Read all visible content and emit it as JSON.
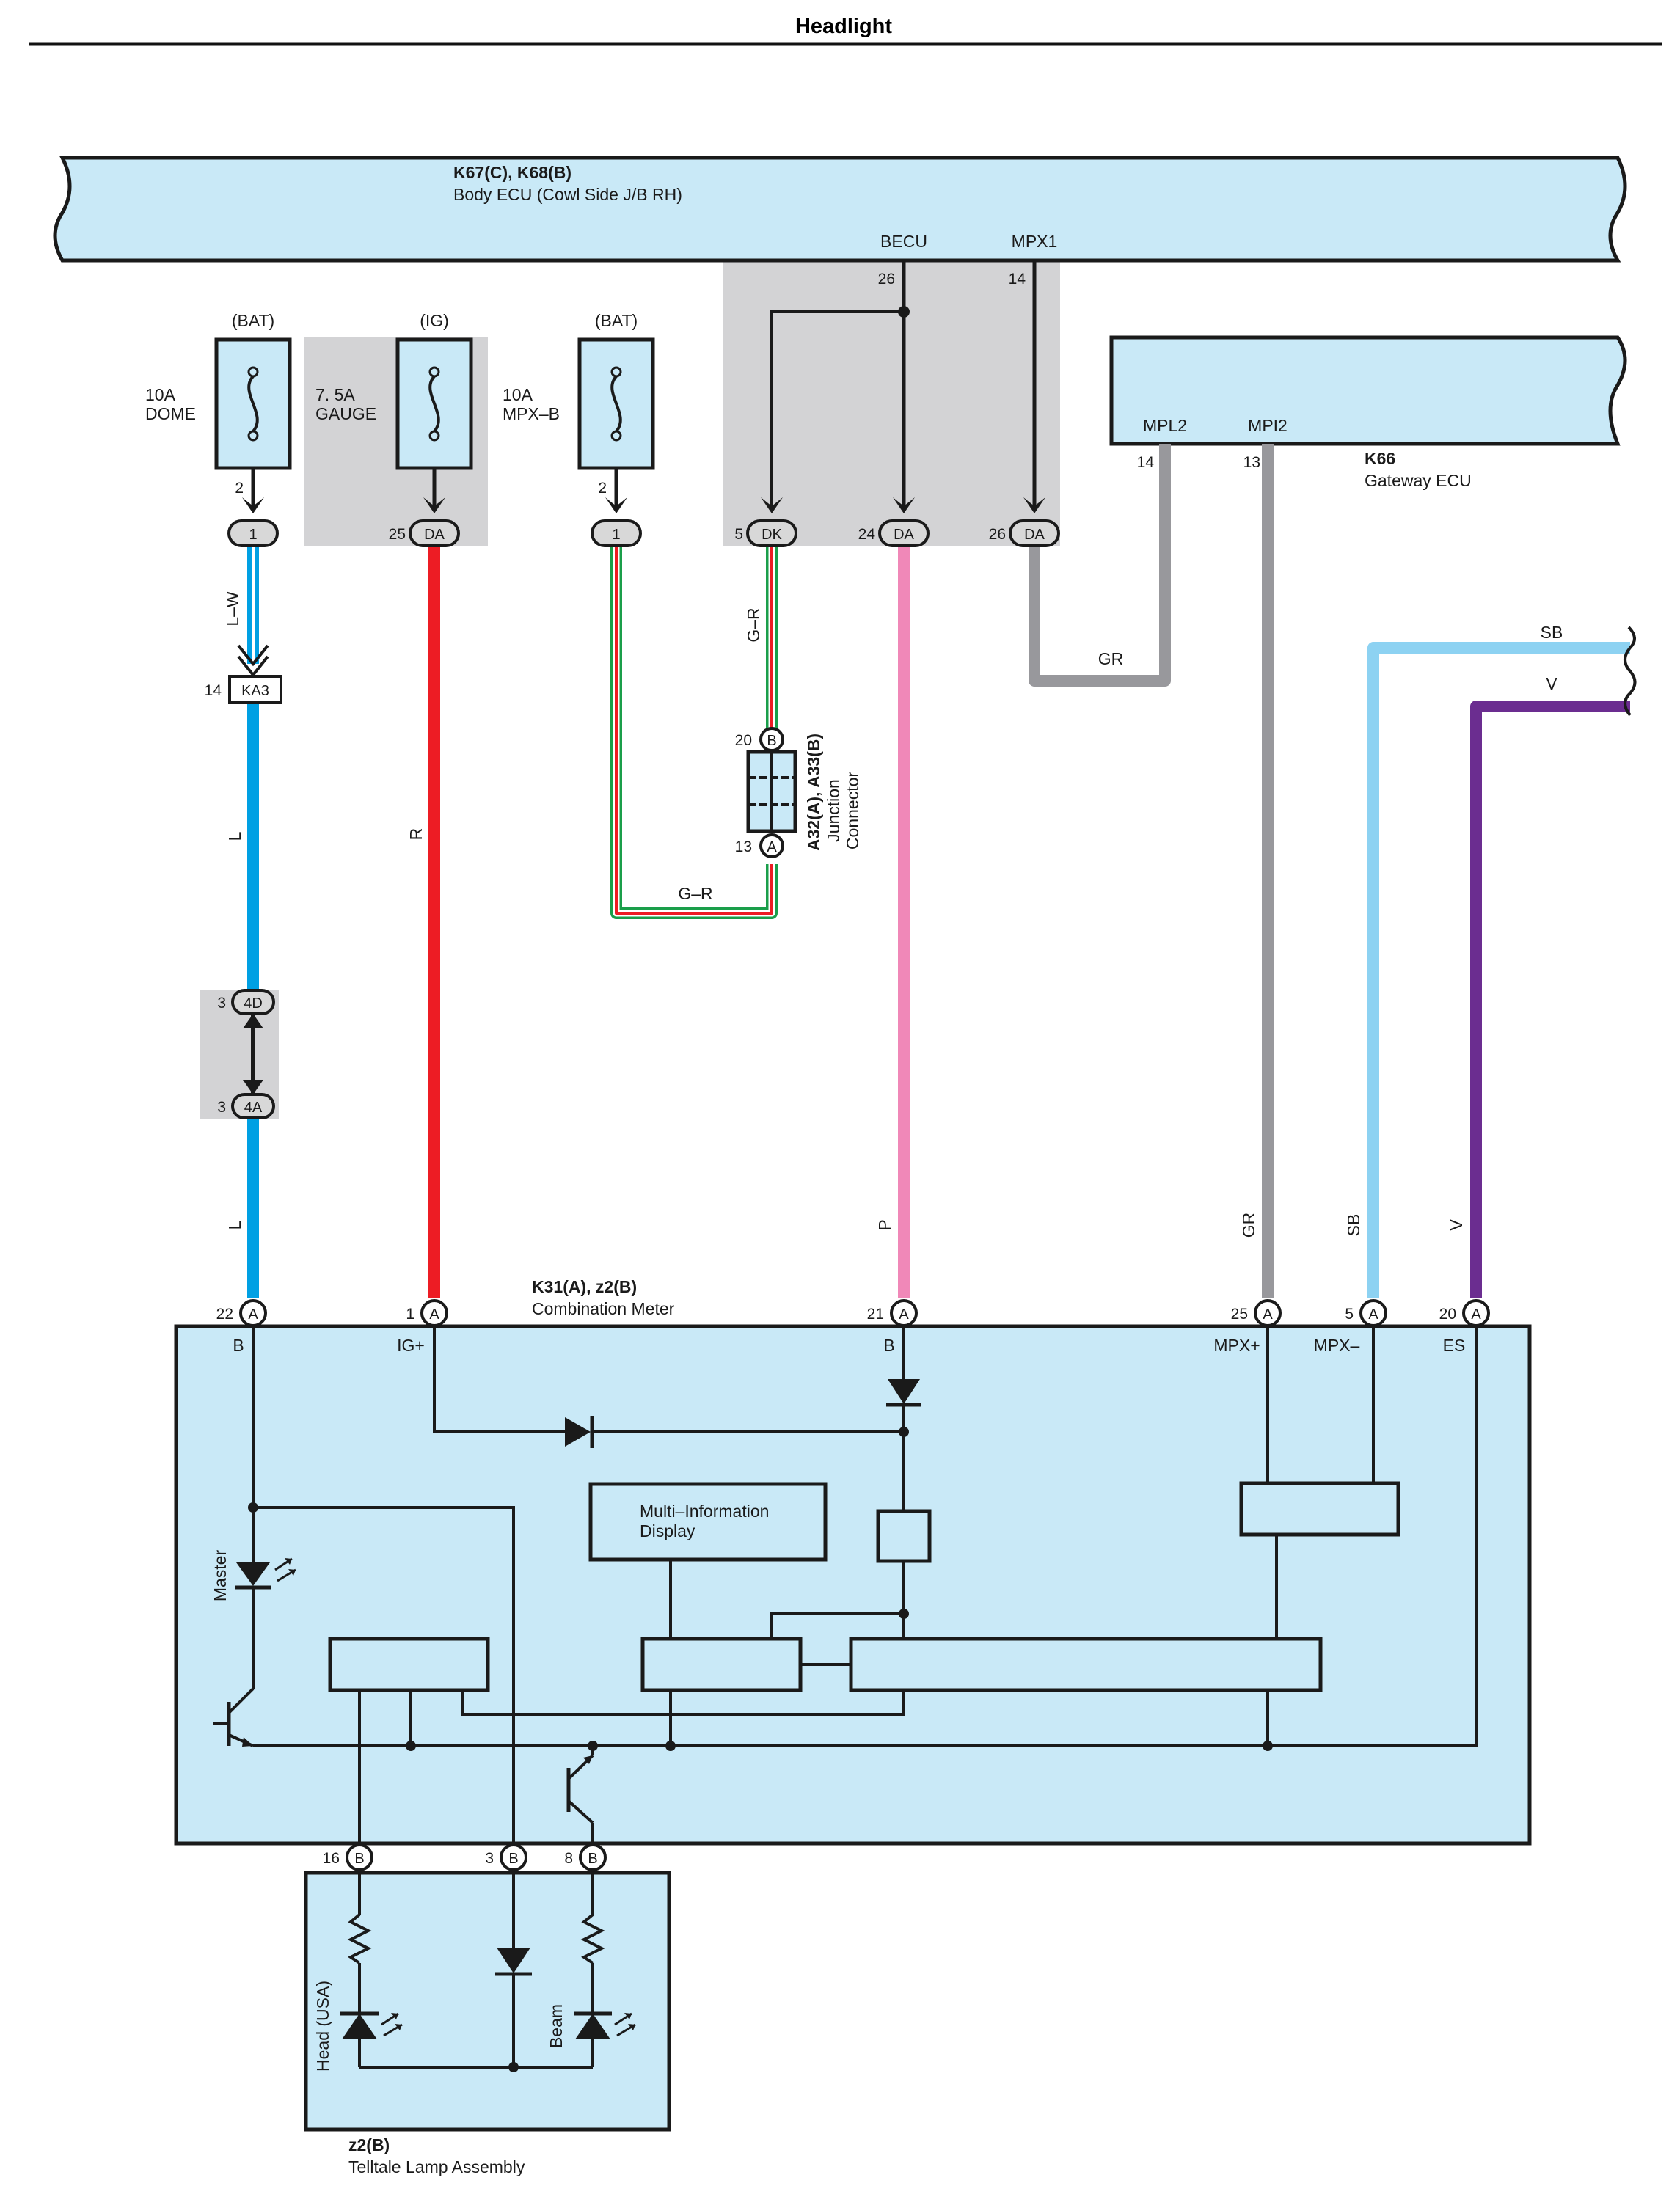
{
  "page": {
    "title": "Headlight"
  },
  "body_ecu": {
    "code": "K67(C), K68(B)",
    "name": "Body ECU (Cowl Side J/B RH)",
    "pin_becu": "BECU",
    "pin_mpx1": "MPX1",
    "num_becu": "26",
    "num_mpx1": "14"
  },
  "gateway_ecu": {
    "code": "K66",
    "name": "Gateway ECU",
    "pin_mpl2": "MPL2",
    "pin_mpi2": "MPI2",
    "num_mpl2": "14",
    "num_mpi2": "13"
  },
  "fuses": [
    {
      "supply": "(BAT)",
      "rating": "10A",
      "name": "DOME",
      "pin": "2",
      "conn": "1"
    },
    {
      "supply": "(IG)",
      "rating": "7. 5A",
      "name": "GAUGE",
      "pin": "25",
      "conn": "DA"
    },
    {
      "supply": "(BAT)",
      "rating": "10A",
      "name": "MPX–B",
      "pin": "2",
      "conn": "1"
    }
  ],
  "dk_conn": {
    "pin": "5",
    "conn": "DK"
  },
  "da24_conn": {
    "pin": "24",
    "conn": "DA"
  },
  "da26_conn": {
    "pin": "26",
    "conn": "DA"
  },
  "ka3": {
    "pin": "14",
    "conn": "KA3"
  },
  "c4d": {
    "pin": "3",
    "conn": "4D"
  },
  "c4a": {
    "pin": "3",
    "conn": "4A"
  },
  "junction": {
    "code": "A32(A), A33(B)",
    "line1": "Junction",
    "line2": "Connector",
    "top_pin": "20",
    "top_conn": "B",
    "bot_pin": "13",
    "bot_conn": "A"
  },
  "wires": {
    "lw": "L–W",
    "l_upper": "L",
    "l_lower": "L",
    "r": "R",
    "gr_mid": "G–R",
    "gr_bottom": "G–R",
    "p": "P",
    "gr_upper": "GR",
    "gr_lower": "GR",
    "sb_upper": "SB",
    "sb_lower": "SB",
    "v_upper": "V",
    "v_lower": "V"
  },
  "meter": {
    "code": "K31(A), z2(B)",
    "name": "Combination Meter",
    "pins": [
      {
        "num": "22",
        "conn": "A",
        "label": "B"
      },
      {
        "num": "1",
        "conn": "A",
        "label": "IG+"
      },
      {
        "num": "21",
        "conn": "A",
        "label": "B"
      },
      {
        "num": "25",
        "conn": "A",
        "label": "MPX+"
      },
      {
        "num": "5",
        "conn": "A",
        "label": "MPX–"
      },
      {
        "num": "20",
        "conn": "A",
        "label": "ES"
      }
    ],
    "mid_label": "Multi–Information",
    "mid_label2": "Display",
    "master": "Master",
    "bottom_pins": [
      {
        "num": "16",
        "conn": "B"
      },
      {
        "num": "3",
        "conn": "B"
      },
      {
        "num": "8",
        "conn": "B"
      }
    ]
  },
  "telltale": {
    "code": "z2(B)",
    "name": "Telltale Lamp Assembly",
    "head": "Head (USA)",
    "beam": "Beam"
  },
  "colors": {
    "L": "#00a0e3",
    "R": "#ed1c24",
    "G": "#1a9e4a",
    "P": "#f088b8",
    "GR": "#98989c",
    "SB": "#8dd2f2",
    "V": "#6b2d90",
    "box": "#c9e9f7",
    "shade": "#d3d3d5"
  }
}
